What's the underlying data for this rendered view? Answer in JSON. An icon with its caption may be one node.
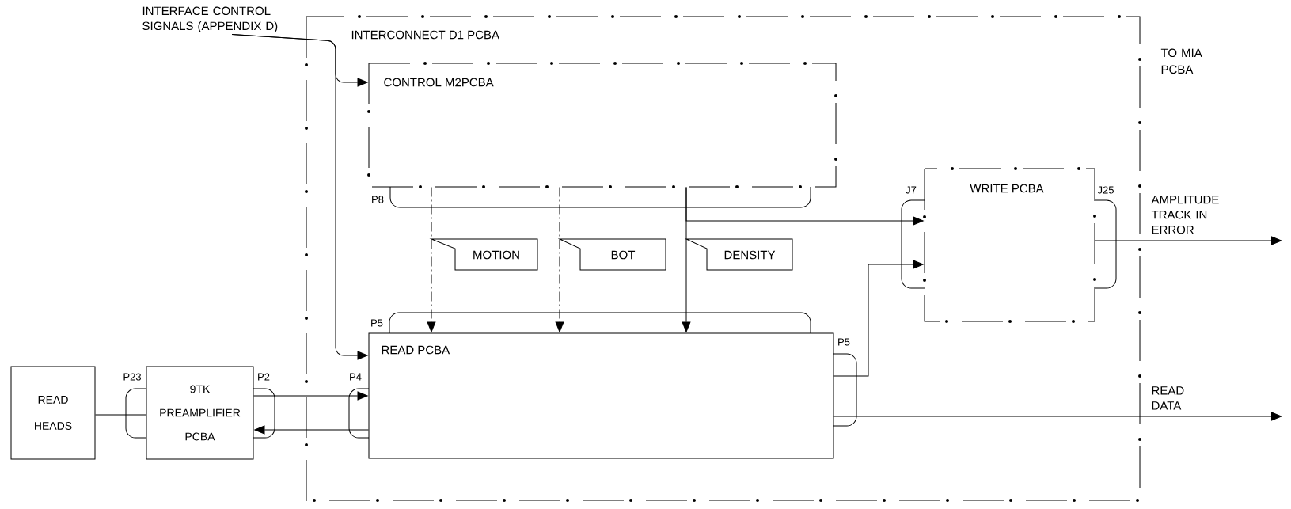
{
  "diagram": {
    "nodes": [
      {
        "text": [
          "INTERCONNECT D1 PCBA"
        ]
      },
      {
        "text": [
          "CONTROL M2PCBA"
        ],
        "in": 0
      },
      {
        "text": [
          "READ PCBA"
        ],
        "in": 0
      },
      {
        "text": [
          "WRITE PCBA"
        ],
        "in": 0
      },
      {
        "text": [
          "READ HEADS"
        ]
      },
      {
        "text": [
          "9TK PREAMPLIFIER PCBA"
        ]
      },
      {
        "text": [
          "INTERFACE CONTROL SIGNALS (APPENDIX D)"
        ]
      }
    ],
    "edges": [
      {
        "from": 6,
        "to": 1,
        "arrow": "to"
      },
      {
        "from": 6,
        "to": 2,
        "arrow": "to"
      },
      {
        "from": 1,
        "to": 2,
        "arrow": "to",
        "label": "MOTION",
        "style": "dashed"
      },
      {
        "from": 1,
        "to": 2,
        "arrow": "to",
        "label": "BOT",
        "style": "dashed"
      },
      {
        "from": 1,
        "to": 2,
        "arrow": "to",
        "label": "DENSITY"
      },
      {
        "from": 1,
        "to": 3,
        "arrow": "to"
      },
      {
        "from": 2,
        "to": 3,
        "arrow": "to"
      },
      {
        "from": 4,
        "to": 5,
        "arrow": "none"
      },
      {
        "from": 5,
        "to": 2,
        "arrow": "to"
      },
      {
        "from": 2,
        "to": 5,
        "arrow": "to"
      },
      {
        "from": 3,
        "to": null,
        "arrow": "to",
        "label": "AMPLITUDE TRACK IN ERROR"
      },
      {
        "from": 2,
        "to": null,
        "arrow": "to",
        "label": "READ DATA"
      }
    ],
    "labels": [
      "TO MIA PCBA",
      "P8",
      "J7",
      "J25",
      "P5",
      "P5",
      "P23",
      "P2",
      "P4"
    ]
  }
}
